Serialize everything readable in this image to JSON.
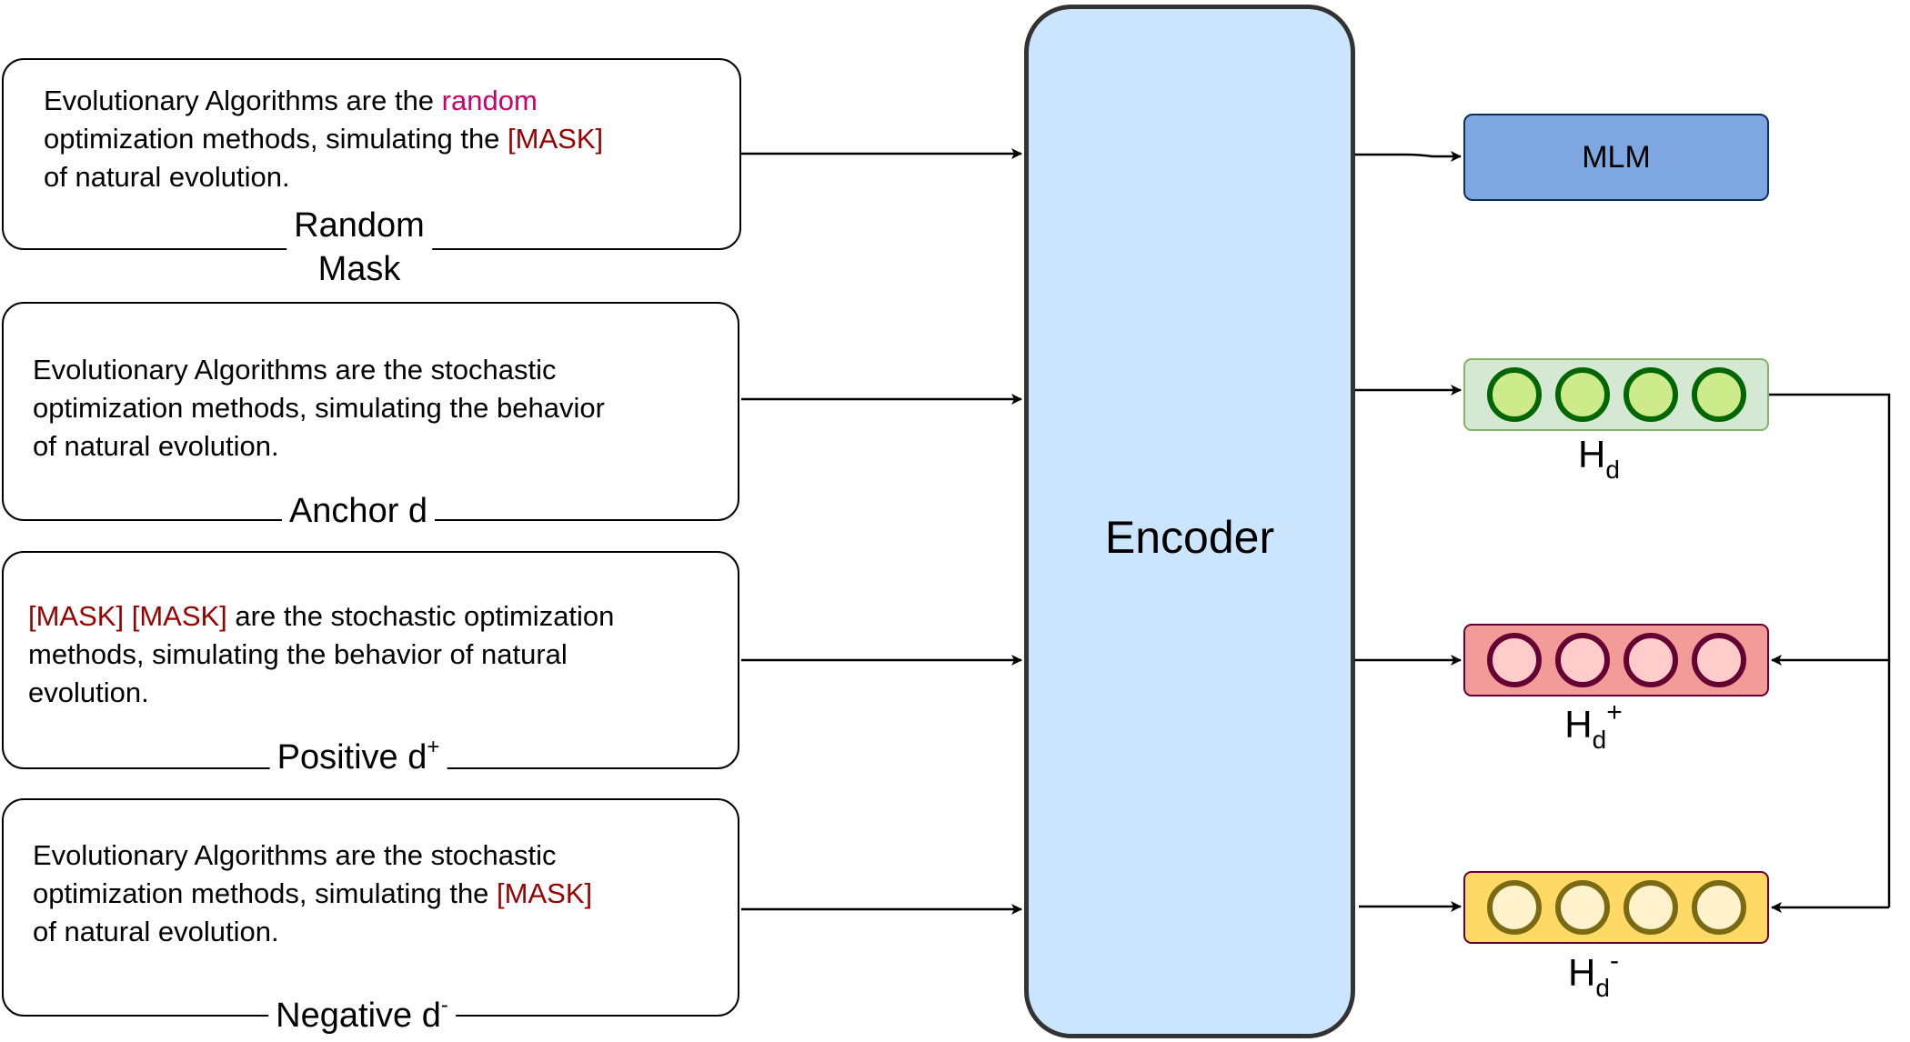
{
  "inputs": {
    "random_mask": {
      "line1_pre": "Evolutionary Algorithms are the ",
      "line1_hl": "random",
      "line2_pre": "optimization methods, simulating the ",
      "line2_hl": "[MASK]",
      "line3": "of natural evolution.",
      "caption_line1": "Random",
      "caption_line2": "Mask"
    },
    "anchor": {
      "line1": "Evolutionary Algorithms are the stochastic",
      "line2": "optimization methods, simulating the behavior",
      "line3": "of natural evolution.",
      "caption": "Anchor d"
    },
    "positive": {
      "line1_hl1": "[MASK]",
      "line1_hl2": "[MASK]",
      "line1_post": " are the stochastic optimization",
      "line2": "methods, simulating the behavior of natural",
      "line3": "evolution.",
      "caption": "Positive d",
      "caption_sup": "+"
    },
    "negative": {
      "line1": "Evolutionary Algorithms are the stochastic",
      "line2_pre": "optimization methods, simulating the ",
      "line2_hl": "[MASK]",
      "line3": "of natural evolution.",
      "caption": "Negative d",
      "caption_sup": "-"
    }
  },
  "encoder": {
    "label": "Encoder"
  },
  "outputs": {
    "mlm": {
      "label": "MLM"
    },
    "hd": {
      "base": "H",
      "sub": "d",
      "sup": ""
    },
    "hd_pos": {
      "base": "H",
      "sub": "d",
      "sup": "+"
    },
    "hd_neg": {
      "base": "H",
      "sub": "d",
      "sup": "-"
    }
  },
  "colors": {
    "encoder_fill": "#cce5ff",
    "mlm_fill": "#7ea6e0",
    "hd_fill": "#d5e8d4",
    "hd_circle": "#cdeb8b",
    "hd_stroke": "#006600",
    "hd_pos_fill": "#f19c99",
    "hd_pos_circle": "#ffcccc",
    "hd_pos_stroke": "#660033",
    "hd_neg_fill": "#ffd966",
    "hd_neg_circle": "#fff2cc",
    "hd_neg_stroke": "#7a6a14",
    "mask_red": "#990000",
    "random_pink": "#cc0066"
  }
}
